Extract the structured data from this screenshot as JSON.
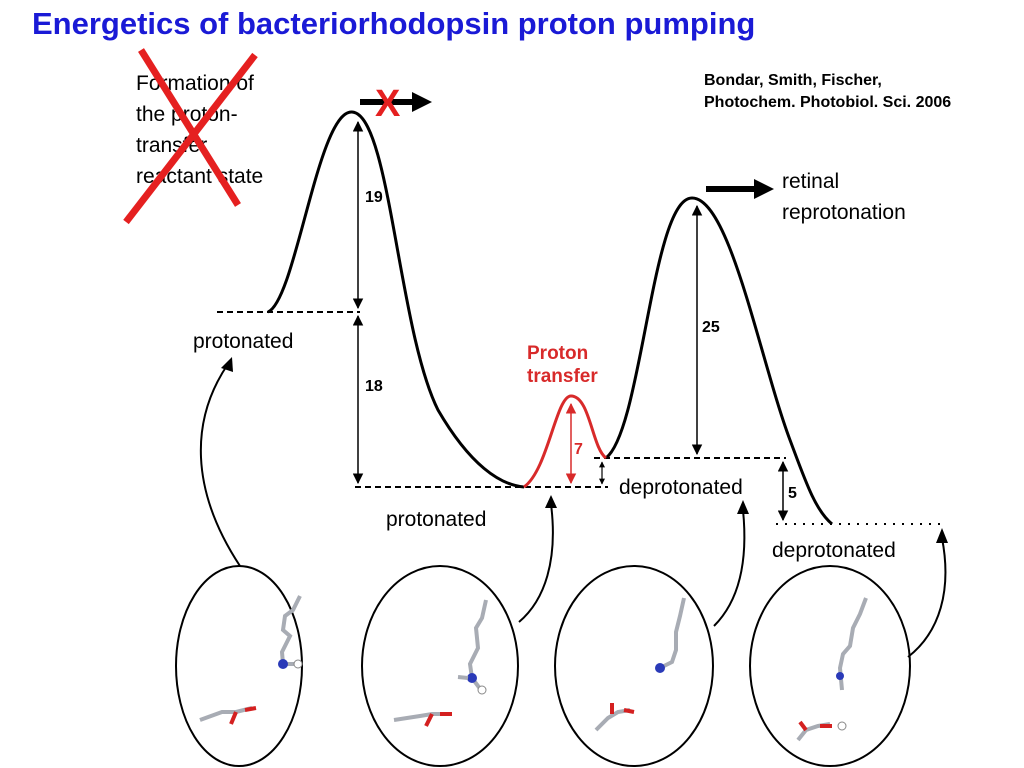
{
  "title": "Energetics of bacteriorhodopsin proton pumping",
  "citation": {
    "line1": "Bondar, Smith, Fischer,",
    "line2": "Photochem. Photobiol. Sci. 2006"
  },
  "crossed_label": {
    "line1": "Formation of",
    "line2": "the proton-",
    "line3": "transfer",
    "line4": "reactant state"
  },
  "x_mark": "X",
  "retinal_reprotonation": {
    "line1": "retinal",
    "line2": "reprotonation"
  },
  "proton_transfer": {
    "line1": "Proton",
    "line2": "transfer"
  },
  "states": {
    "s1": "protonated",
    "s2": "protonated",
    "s3": "deprotonated",
    "s4": "deprotonated"
  },
  "energies": {
    "barrier_first": "19",
    "drop_first": "18",
    "proton_transfer_barrier": "7",
    "barrier_second": "25",
    "drop_final": "5"
  },
  "colors": {
    "title": "#1a1ad6",
    "proton_transfer": "#d82a2a",
    "cross": "#e52020",
    "curve": "#000000",
    "nitrogen": "#2a3ab8",
    "oxygen": "#d42020",
    "carbon": "#a8acb4"
  }
}
